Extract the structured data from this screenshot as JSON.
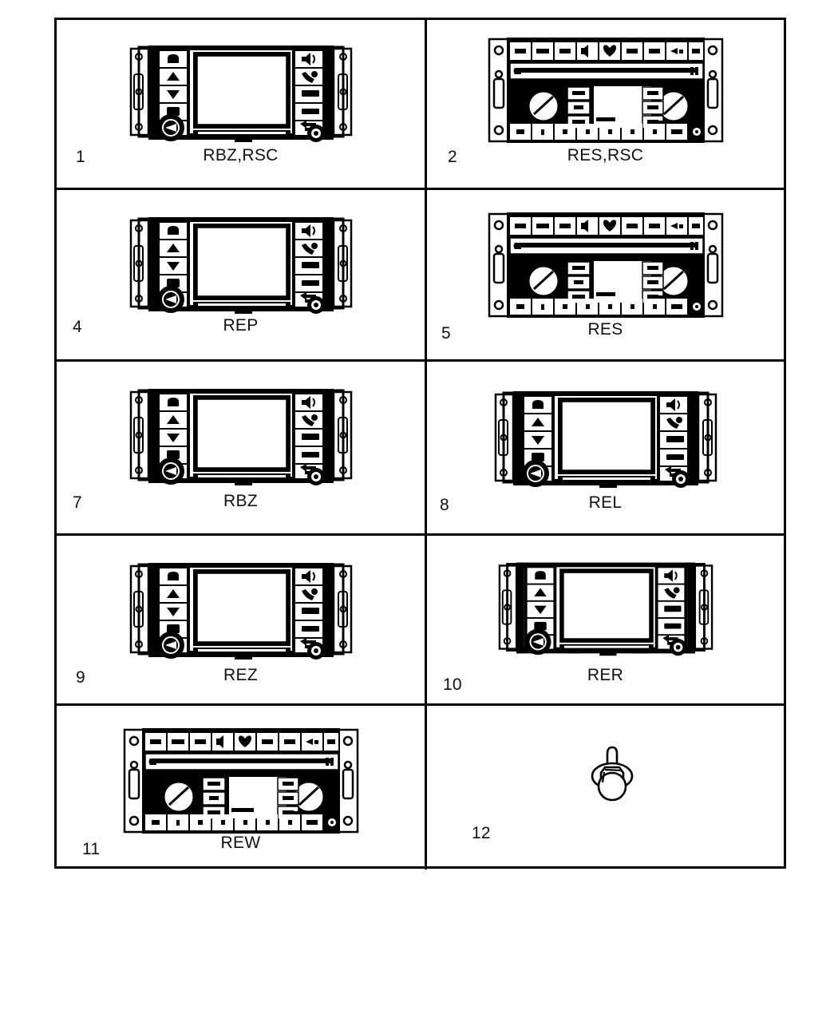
{
  "document": {
    "type": "parts-illustration",
    "description": "Automotive radio and navigation head unit parts diagram",
    "grid": {
      "columns": 2,
      "rows": 5
    }
  },
  "items": [
    {
      "number": "1",
      "label": "RBZ,RSC",
      "art": "navigation-radio",
      "position": "row1-left"
    },
    {
      "number": "2",
      "label": "RES,RSC",
      "art": "cd-radio",
      "position": "row1-right"
    },
    {
      "number": "4",
      "label": "REP",
      "art": "navigation-radio",
      "position": "row2-left"
    },
    {
      "number": "5",
      "label": "RES",
      "art": "cd-radio",
      "position": "row2-right"
    },
    {
      "number": "7",
      "label": "RBZ",
      "art": "navigation-radio",
      "position": "row3-left"
    },
    {
      "number": "8",
      "label": "REL",
      "art": "navigation-radio",
      "position": "row3-right"
    },
    {
      "number": "9",
      "label": "REZ",
      "art": "navigation-radio",
      "position": "row4-left"
    },
    {
      "number": "10",
      "label": "RER",
      "art": "navigation-radio",
      "position": "row4-right"
    },
    {
      "number": "11",
      "label": "REW",
      "art": "cd-radio",
      "position": "row5-left"
    },
    {
      "number": "12",
      "label": "",
      "art": "screw-fastener",
      "position": "row5-right"
    }
  ],
  "colors": {
    "line": "#000000",
    "background": "#ffffff",
    "text": "#111111",
    "screen_fill": "#ffffff"
  }
}
